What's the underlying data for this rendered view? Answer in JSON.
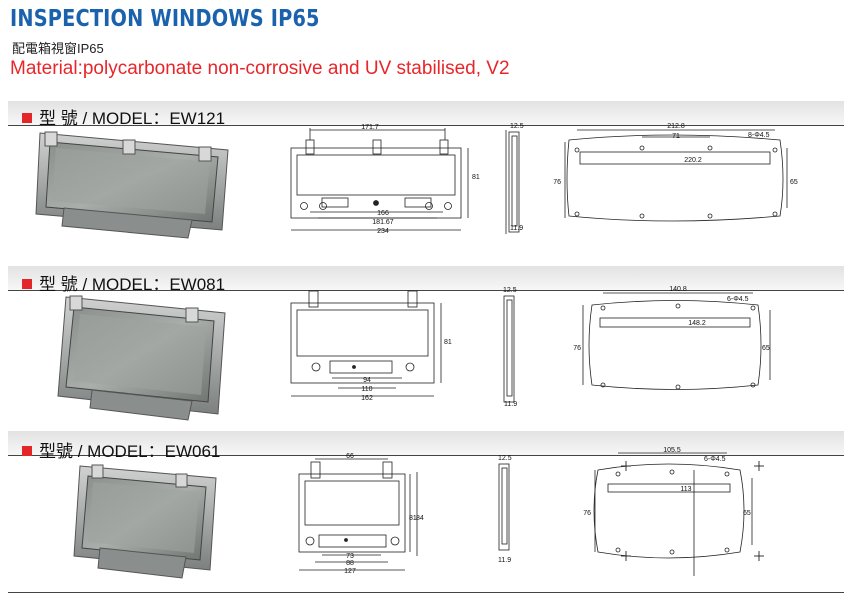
{
  "header": {
    "title": "INSPECTION WINDOWS IP65",
    "subtitle": "配電箱視窗IP65",
    "material": "Material:polycarbonate non-corrosive and UV stabilised, V2"
  },
  "products": [
    {
      "model_label": "型 號 / MODEL：EW121",
      "front": {
        "top": "171.7",
        "height": "81",
        "d1": "166",
        "d2": "181.67",
        "d3": "234"
      },
      "side": {
        "top": "12.5",
        "bottom": "11.9"
      },
      "cutout": {
        "top": "212.8",
        "holes": "8-Φ4.5",
        "inner": "71",
        "width": "220.2",
        "h1": "76",
        "h2": "65"
      }
    },
    {
      "model_label": "型 號 / MODEL：EW081",
      "front": {
        "height": "81",
        "d1": "94",
        "d2": "110",
        "d3": "162"
      },
      "side": {
        "top": "12.5",
        "bottom": "11.9"
      },
      "cutout": {
        "top": "140.8",
        "holes": "6-Φ4.5",
        "width": "148.2",
        "h1": "76",
        "h2": "65"
      }
    },
    {
      "model_label": "型號 / MODEL：EW061",
      "front": {
        "top": "66",
        "h1": "81",
        "h2": "84",
        "d1": "73",
        "d2": "88",
        "d3": "127"
      },
      "side": {
        "top": "12.5",
        "bottom": "11.9"
      },
      "cutout": {
        "top": "105.5",
        "holes": "6-Φ4.5",
        "width": "113",
        "h1": "76",
        "h2": "65"
      }
    }
  ]
}
